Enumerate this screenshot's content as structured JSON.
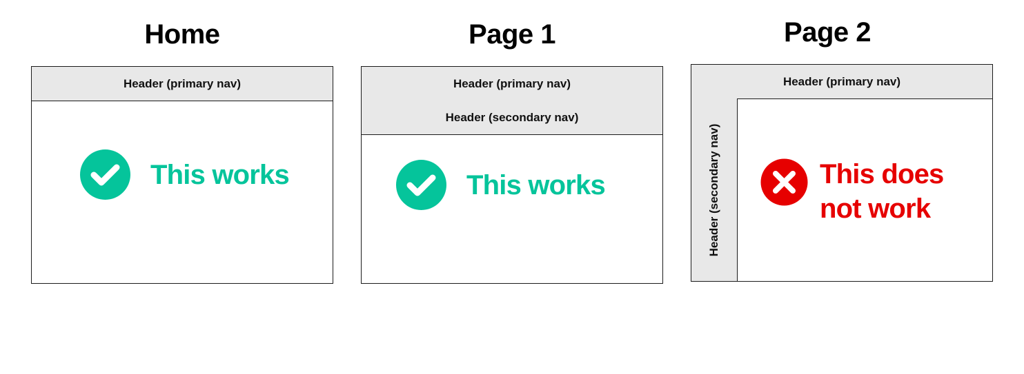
{
  "colors": {
    "success": "#05c49b",
    "failure": "#e60000",
    "header_bg": "#e8e8e8"
  },
  "panels": [
    {
      "title": "Home",
      "primary_header": "Header (primary nav)",
      "status_icon": "check-circle-icon",
      "status_text": "This works"
    },
    {
      "title": "Page 1",
      "primary_header": "Header (primary nav)",
      "secondary_header": "Header (secondary nav)",
      "status_icon": "check-circle-icon",
      "status_text": "This works"
    },
    {
      "title": "Page 2",
      "primary_header": "Header (primary nav)",
      "secondary_header": "Header (secondary nav)",
      "status_icon": "x-circle-icon",
      "status_text_line1": "This does",
      "status_text_line2": "not work"
    }
  ]
}
